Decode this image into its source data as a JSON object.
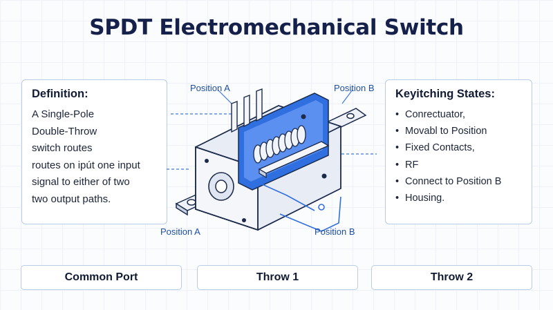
{
  "title": "SPDT Electromechanical Switch",
  "definition": {
    "heading": "Definition:",
    "lines": [
      "A Single-Pole",
      "Double-Throw",
      "switch routes",
      "routes on ipút one input",
      "signal to either of two",
      "two output paths."
    ]
  },
  "states": {
    "heading": "Keyitching States:",
    "items": [
      "Conrectuator,",
      "Movabl to Position",
      "Fixed Contacts,",
      "RF",
      "Connect to Position B",
      "Housing."
    ]
  },
  "callouts": {
    "position_a_top": "Position A",
    "position_b_top": "Position B",
    "position_a_bottom": "Position A",
    "position_b_bottom": "Position B"
  },
  "buttons": {
    "common": "Common Port",
    "throw1": "Throw 1",
    "throw2": "Throw 2"
  },
  "colors": {
    "accent_blue": "#2f6fe0",
    "dark_navy": "#15204b",
    "panel_border": "#b9cbe6",
    "label_blue": "#1f4ea0"
  }
}
